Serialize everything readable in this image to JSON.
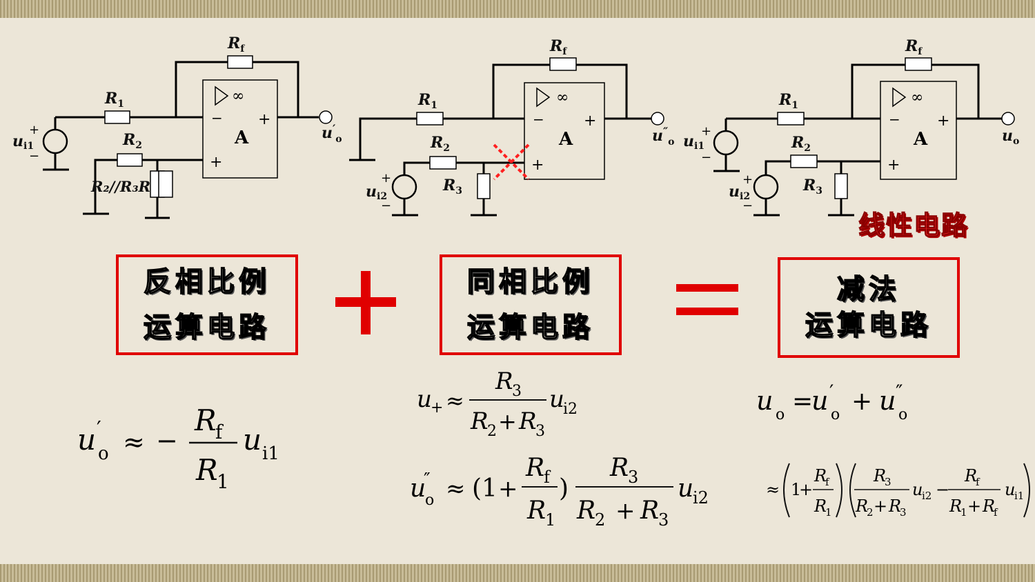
{
  "circuits": {
    "inverting": {
      "rf": "R",
      "rf_sub": "f",
      "r1": "R",
      "r1_sub": "1",
      "r2": "R",
      "r2_sub": "2",
      "input": "u",
      "input_sub": "i1",
      "output": "u",
      "output_mark": "′",
      "output_sub": "o",
      "compensation": "R₂//R₃R",
      "opamp_label": "A",
      "gain_symbol": "∞"
    },
    "noninverting": {
      "rf": "R",
      "rf_sub": "f",
      "r1": "R",
      "r1_sub": "1",
      "r2": "R",
      "r2_sub": "2",
      "r3": "R",
      "r3_sub": "3",
      "input": "u",
      "input_sub": "i2",
      "output": "u",
      "output_mark": "″",
      "output_sub": "o",
      "opamp_label": "A",
      "gain_symbol": "∞"
    },
    "subtractor": {
      "rf": "R",
      "rf_sub": "f",
      "r1": "R",
      "r1_sub": "1",
      "r2": "R",
      "r2_sub": "2",
      "r3": "R",
      "r3_sub": "3",
      "input1": "u",
      "input1_sub": "i1",
      "input2": "u",
      "input2_sub": "i2",
      "output": "u",
      "output_sub": "o",
      "opamp_label": "A",
      "gain_symbol": "∞"
    },
    "plus": "+",
    "minus": "−"
  },
  "linear_label": "线性电路",
  "boxes": {
    "inverting_line1": "反相比例",
    "inverting_line2": "运算电路",
    "noninverting_line1": "同相比例",
    "noninverting_line2": "运算电路",
    "subtractor_line1": "减法",
    "subtractor_line2": "运算电路"
  },
  "operators": {
    "plus": "+",
    "equals": "="
  },
  "colors": {
    "accent_red": "#e00000",
    "background": "#ece6d8",
    "band": "#b5a884"
  }
}
